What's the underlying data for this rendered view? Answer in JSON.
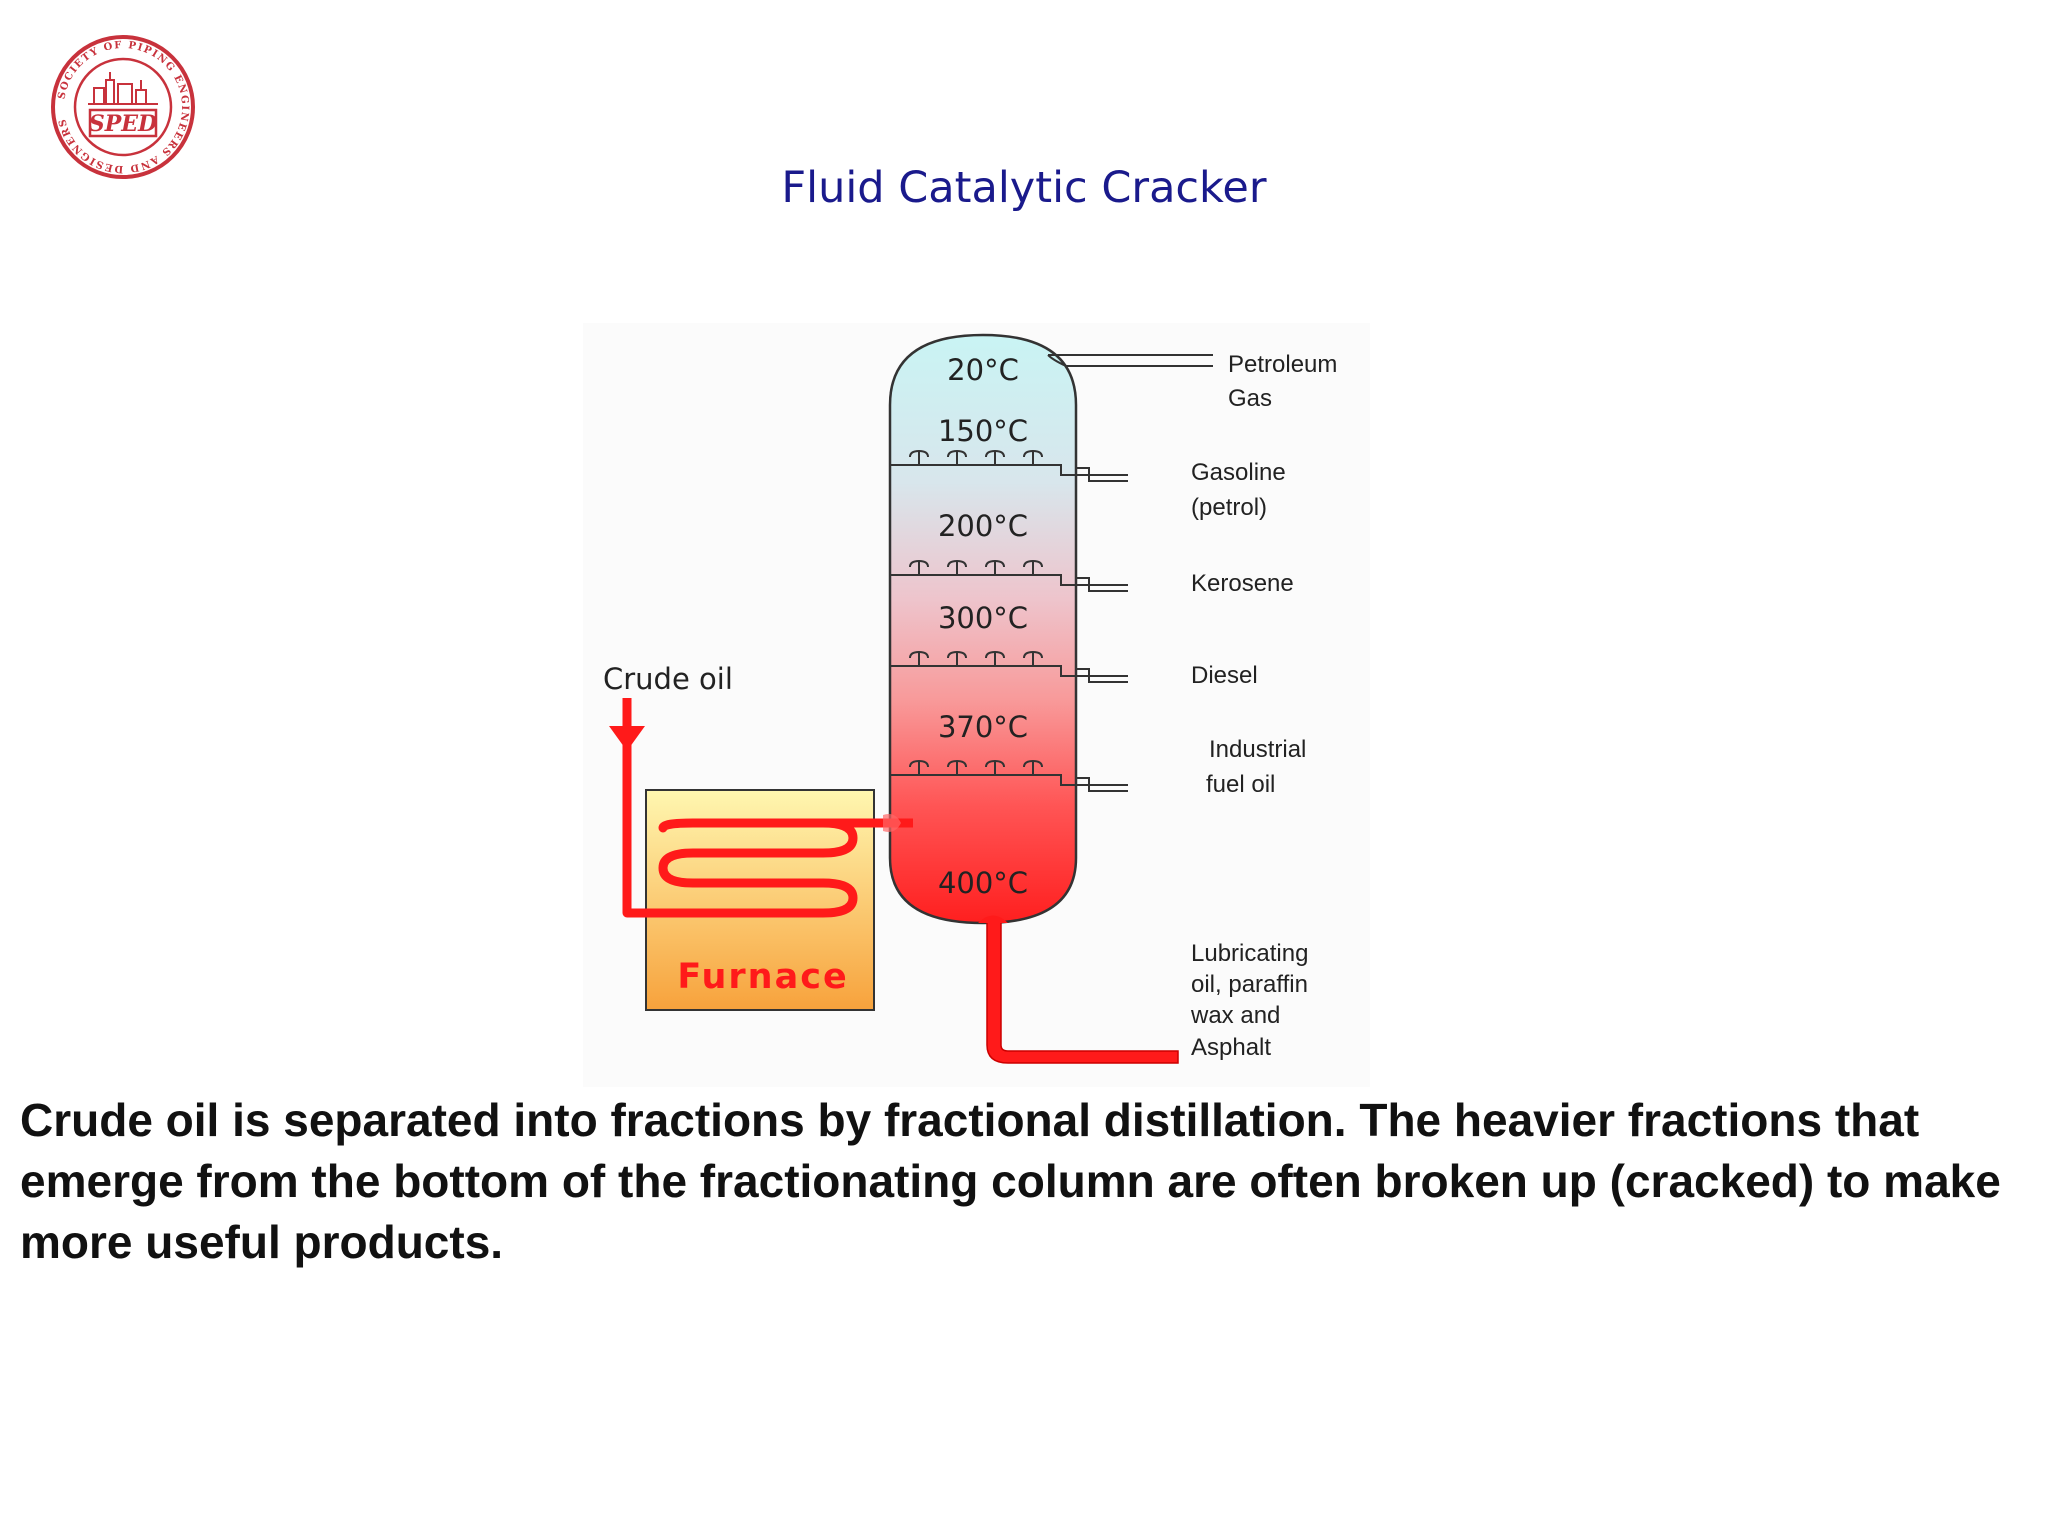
{
  "slide": {
    "title": "Fluid Catalytic Cracker",
    "caption": "Crude oil is separated into fractions by fractional distillation. The heavier fractions that emerge from the bottom of the fractionating column are often broken up (cracked) to make more useful products."
  },
  "logo": {
    "icon": "sped-logo-seal",
    "text": "SPED",
    "ring_text": "SOCIETY OF PIPING ENGINEERS AND DESIGNERS",
    "color": "#c8323c"
  },
  "diagram": {
    "input_label": "Crude oil",
    "furnace_label": "Furnace",
    "temperatures": [
      "20°C",
      "150°C",
      "200°C",
      "300°C",
      "370°C",
      "400°C"
    ],
    "products": {
      "petroleum_gas": [
        "Petroleum",
        "Gas"
      ],
      "gasoline": [
        "Gasoline",
        "(petrol)"
      ],
      "kerosene": [
        "Kerosene"
      ],
      "diesel": [
        "Diesel"
      ],
      "fuel_oil": [
        "Industrial",
        "fuel oil"
      ],
      "residue": [
        "Lubricating",
        "oil, paraffin",
        "wax and",
        "Asphalt"
      ]
    },
    "colors": {
      "top": "#c9f4f4",
      "bottom": "#ff1f1f",
      "pipe": "#ff1a1a",
      "furnace_top": "#fff7b0",
      "furnace_bottom": "#f7a23c"
    }
  }
}
